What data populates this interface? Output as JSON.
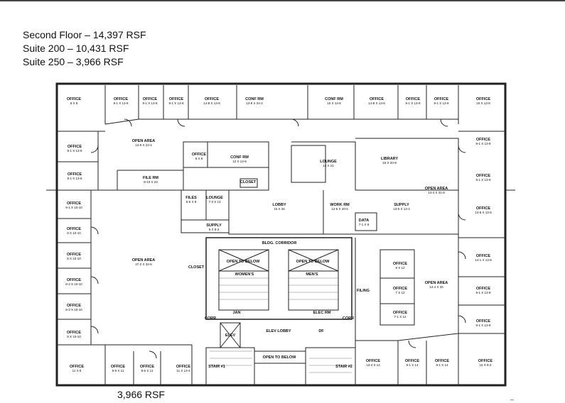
{
  "header": {
    "line1": "Second Floor – 14,397 RSF",
    "line2": "Suite 200 – 10,431 RSF",
    "line3": "Suite 250 – 3,966 RSF"
  },
  "footer": {
    "rsf": "3,966 RSF",
    "dash": "–"
  },
  "rooms": [
    {
      "id": "office-top-1",
      "name": "OFFICE",
      "dims": "8 X 8"
    },
    {
      "id": "office-top-2",
      "name": "OFFICE",
      "dims": "9-1 X 13-8"
    },
    {
      "id": "office-top-3",
      "name": "OFFICE",
      "dims": "9-1 X 13-8"
    },
    {
      "id": "office-top-4",
      "name": "OFFICE",
      "dims": "9-1 X 13-8"
    },
    {
      "id": "office-top-5",
      "name": "OFFICE",
      "dims": "14-8 X 13-8"
    },
    {
      "id": "conf-rm-1",
      "name": "CONF RM",
      "dims": "13-8 X 24-2"
    },
    {
      "id": "conf-rm-2",
      "name": "CONF RM",
      "dims": "15 X 13-8"
    },
    {
      "id": "office-top-6",
      "name": "OFFICE",
      "dims": "14-8 X 13-8"
    },
    {
      "id": "office-top-7",
      "name": "OFFICE",
      "dims": "9-1 X 13-8"
    },
    {
      "id": "office-top-8",
      "name": "OFFICE",
      "dims": "9-1 X 13-8"
    },
    {
      "id": "office-top-9",
      "name": "OFFICE",
      "dims": "15 X 13-8"
    },
    {
      "id": "office-left-1",
      "name": "OFFICE",
      "dims": "9-1 X 13-8"
    },
    {
      "id": "office-left-2",
      "name": "OFFICE",
      "dims": "9-1 X 13-8"
    },
    {
      "id": "open-area-1",
      "name": "OPEN AREA",
      "dims": "13-9 X 23-4"
    },
    {
      "id": "file-rm",
      "name": "FILE RM",
      "dims": "8-10 X 23"
    },
    {
      "id": "office-mid",
      "name": "OFFICE",
      "dims": "8 X 9"
    },
    {
      "id": "conf-rm-3",
      "name": "CONF RM",
      "dims": "12 X 13-8"
    },
    {
      "id": "closet-1",
      "name": "CLOSET",
      "dims": ""
    },
    {
      "id": "lounge-1",
      "name": "LOUNGE",
      "dims": "14 X 21"
    },
    {
      "id": "library",
      "name": "LIBRARY",
      "dims": "15 X 20-9"
    },
    {
      "id": "office-right-1",
      "name": "OFFICE",
      "dims": "9-1 X 13-8"
    },
    {
      "id": "office-right-2",
      "name": "OFFICE",
      "dims": "9-1 X 13-8"
    },
    {
      "id": "open-area-2",
      "name": "OPEN AREA",
      "dims": "14-4 X 31-8"
    },
    {
      "id": "files",
      "name": "FILES",
      "dims": "6-6 X 9"
    },
    {
      "id": "lounge-2",
      "name": "LOUNGE",
      "dims": "7-3 X 13"
    },
    {
      "id": "lobby",
      "name": "LOBBY",
      "dims": "16 X 26"
    },
    {
      "id": "work-rm",
      "name": "WORK RM",
      "dims": "12-5 X 20-5"
    },
    {
      "id": "supply-1",
      "name": "SUPPLY",
      "dims": "13-5 X 13-4"
    },
    {
      "id": "data",
      "name": "DATA",
      "dims": "7-1 X 8"
    },
    {
      "id": "supply-2",
      "name": "SUPPLY",
      "dims": "9 X 8-3"
    },
    {
      "id": "office-right-3",
      "name": "OFFICE",
      "dims": "14-8 X 13-8"
    },
    {
      "id": "office-left-3",
      "name": "OFFICE",
      "dims": "9-1 X 10-10"
    },
    {
      "id": "office-left-4",
      "name": "OFFICE",
      "dims": "8 X 10-10"
    },
    {
      "id": "office-left-5",
      "name": "OFFICE",
      "dims": "8 X 10-10"
    },
    {
      "id": "office-left-6",
      "name": "OFFICE",
      "dims": "8-3 X 10-10"
    },
    {
      "id": "office-left-7",
      "name": "OFFICE",
      "dims": "8-3 X 10-10"
    },
    {
      "id": "office-left-8",
      "name": "OFFICE",
      "dims": "9 X 10-10"
    },
    {
      "id": "open-area-3",
      "name": "OPEN AREA",
      "dims": "37-2 X 32-6"
    },
    {
      "id": "closet-2",
      "name": "CLOSET",
      "dims": ""
    },
    {
      "id": "bldg-corridor",
      "name": "BLDG. CORRIDOR",
      "dims": ""
    },
    {
      "id": "open-below-1",
      "name": "OPEN TO BELOW",
      "dims": ""
    },
    {
      "id": "open-below-2",
      "name": "OPEN TO BELOW",
      "dims": ""
    },
    {
      "id": "womens",
      "name": "WOMEN'S",
      "dims": ""
    },
    {
      "id": "mens",
      "name": "MEN'S",
      "dims": ""
    },
    {
      "id": "jan",
      "name": "JAN",
      "dims": ""
    },
    {
      "id": "elec-rm",
      "name": "ELEC RM",
      "dims": ""
    },
    {
      "id": "corr-1",
      "name": "CORR",
      "dims": ""
    },
    {
      "id": "corr-2",
      "name": "CORR",
      "dims": ""
    },
    {
      "id": "elev-lobby",
      "name": "ELEV LOBBY",
      "dims": ""
    },
    {
      "id": "elev",
      "name": "ELEV",
      "dims": ""
    },
    {
      "id": "df",
      "name": "DF",
      "dims": ""
    },
    {
      "id": "filing",
      "name": "FILING",
      "dims": ""
    },
    {
      "id": "office-c-1",
      "name": "OFFICE",
      "dims": "9 X 12"
    },
    {
      "id": "office-c-2",
      "name": "OFFICE",
      "dims": "7 X 12"
    },
    {
      "id": "office-c-3",
      "name": "OFFICE",
      "dims": "7-1 X 12"
    },
    {
      "id": "open-area-4",
      "name": "OPEN AREA",
      "dims": "14-4 X 26"
    },
    {
      "id": "office-right-4",
      "name": "OFFICE",
      "dims": "14-1 X 13-8"
    },
    {
      "id": "office-right-5",
      "name": "OFFICE",
      "dims": "9-1 X 13-8"
    },
    {
      "id": "office-right-6",
      "name": "OFFICE",
      "dims": "9-1 X 13-8"
    },
    {
      "id": "office-bot-1",
      "name": "OFFICE",
      "dims": "11 X 8"
    },
    {
      "id": "office-bot-2",
      "name": "OFFICE",
      "dims": "5-6 X 11"
    },
    {
      "id": "office-bot-3",
      "name": "OFFICE",
      "dims": "5-6 X 11"
    },
    {
      "id": "office-bot-4",
      "name": "OFFICE",
      "dims": "11 X 13-4"
    },
    {
      "id": "stair-1",
      "name": "STAIR #1",
      "dims": ""
    },
    {
      "id": "open-below-3",
      "name": "OPEN TO BELOW",
      "dims": ""
    },
    {
      "id": "stair-2",
      "name": "STAIR #2",
      "dims": ""
    },
    {
      "id": "office-bot-5",
      "name": "OFFICE",
      "dims": "13-4 X 14"
    },
    {
      "id": "office-bot-6",
      "name": "OFFICE",
      "dims": "9-1 X 14"
    },
    {
      "id": "office-bot-7",
      "name": "OFFICE",
      "dims": "9-1 X 14"
    },
    {
      "id": "office-bot-8",
      "name": "OFFICE",
      "dims": "15 X 8-2"
    }
  ]
}
